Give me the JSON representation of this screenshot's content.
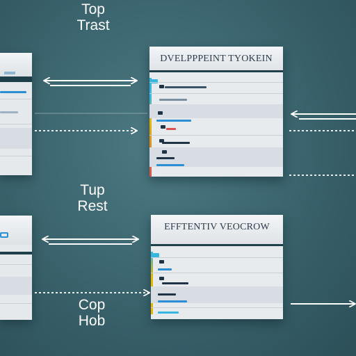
{
  "labels": {
    "top_trast_line1": "Top",
    "top_trast_line2": "Trast",
    "tup_rest_line1": "Tup",
    "tup_rest_line2": "Rest",
    "cop_hob_line1": "Cop",
    "cop_hob_line2": "Hob"
  },
  "cards": {
    "upper_title": "DVELPPPEINT TYOKEIN",
    "lower_title": "EFFTENTIV VEOCROW"
  },
  "colors": {
    "background": "#3c6670",
    "accent_blue": "#2b8fd6",
    "accent_cyan": "#35b8e0",
    "accent_red": "#d9534f",
    "accent_yellow": "#e6b800",
    "navy": "#1e3346"
  }
}
